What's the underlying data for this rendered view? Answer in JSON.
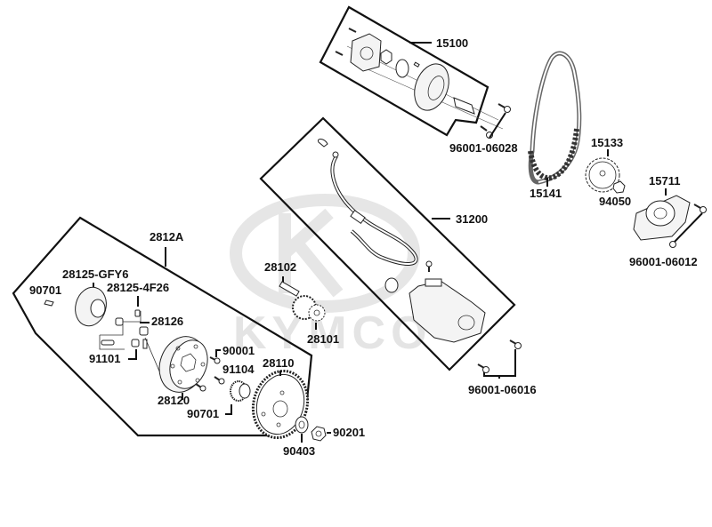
{
  "diagram": {
    "type": "exploded-parts-diagram",
    "watermark": {
      "text": "KYMCO",
      "color": "#e4e4e4"
    },
    "groups": [
      {
        "id": "oil-pump",
        "label": "15100"
      },
      {
        "id": "starter-motor",
        "label": "31200"
      },
      {
        "id": "starter-clutch",
        "label": "2812A"
      }
    ],
    "labels": {
      "l15100": "15100",
      "l96001_06028": "96001-06028",
      "l15133": "15133",
      "l15141": "15141",
      "l94050": "94050",
      "l15711": "15711",
      "l96001_06012": "96001-06012",
      "l31200": "31200",
      "l28102": "28102",
      "l28101": "28101",
      "l96001_06016": "96001-06016",
      "l2812A": "2812A",
      "l28125_GFY6": "28125-GFY6",
      "l28125_4F26": "28125-4F26",
      "l90701a": "90701",
      "l28126": "28126",
      "l91101": "91101",
      "l90001": "90001",
      "l91104": "91104",
      "l28110": "28110",
      "l28120": "28120",
      "l90701b": "90701",
      "l90201": "90201",
      "l90403": "90403"
    }
  }
}
